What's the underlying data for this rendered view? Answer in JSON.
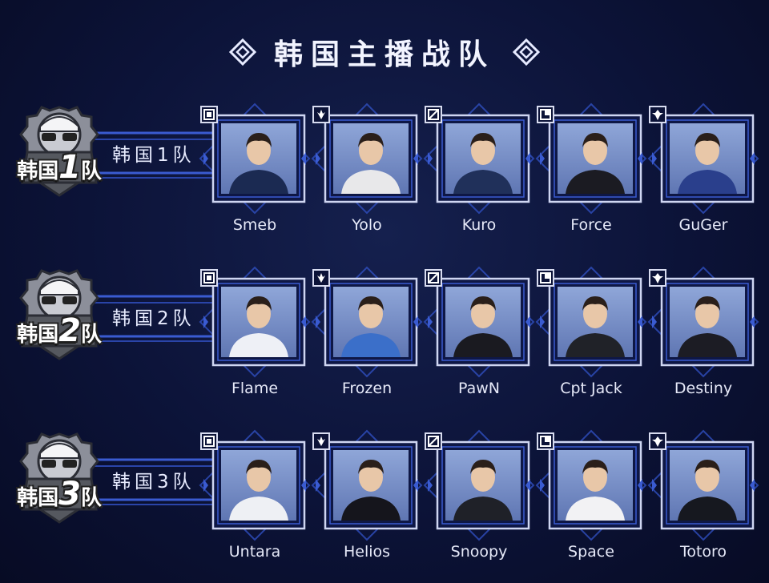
{
  "title": "韩国主播战队",
  "colors": {
    "background": "#0c1338",
    "frame": "#cfd6f2",
    "accent": "#3a5bd1"
  },
  "role_icons": [
    "top-role-icon",
    "jungle-role-icon",
    "mid-role-icon",
    "bot-role-icon",
    "support-role-icon"
  ],
  "teams": [
    {
      "label": "韩国1队",
      "badge_text": "韩国",
      "badge_num": "1",
      "badge_suffix": "队",
      "players": [
        {
          "name": "Smeb",
          "shirt": "#1b2a52"
        },
        {
          "name": "Yolo",
          "shirt": "#e8e8ea"
        },
        {
          "name": "Kuro",
          "shirt": "#20305a"
        },
        {
          "name": "Force",
          "shirt": "#1b1b22"
        },
        {
          "name": "GuGer",
          "shirt": "#2a3f8c"
        }
      ]
    },
    {
      "label": "韩国2队",
      "badge_text": "韩国",
      "badge_num": "2",
      "badge_suffix": "队",
      "players": [
        {
          "name": "Flame",
          "shirt": "#eef0f6"
        },
        {
          "name": "Frozen",
          "shirt": "#3b6fc9"
        },
        {
          "name": "PawN",
          "shirt": "#1a1a20"
        },
        {
          "name": "Cpt Jack",
          "shirt": "#202228"
        },
        {
          "name": "Destiny",
          "shirt": "#1c1c24"
        }
      ]
    },
    {
      "label": "韩国3队",
      "badge_text": "韩国",
      "badge_num": "3",
      "badge_suffix": "队",
      "players": [
        {
          "name": "Untara",
          "shirt": "#eef0f4"
        },
        {
          "name": "Helios",
          "shirt": "#15151c"
        },
        {
          "name": "Snoopy",
          "shirt": "#1f2128"
        },
        {
          "name": "Space",
          "shirt": "#f2f2f4"
        },
        {
          "name": "Totoro",
          "shirt": "#16181f"
        }
      ]
    }
  ]
}
